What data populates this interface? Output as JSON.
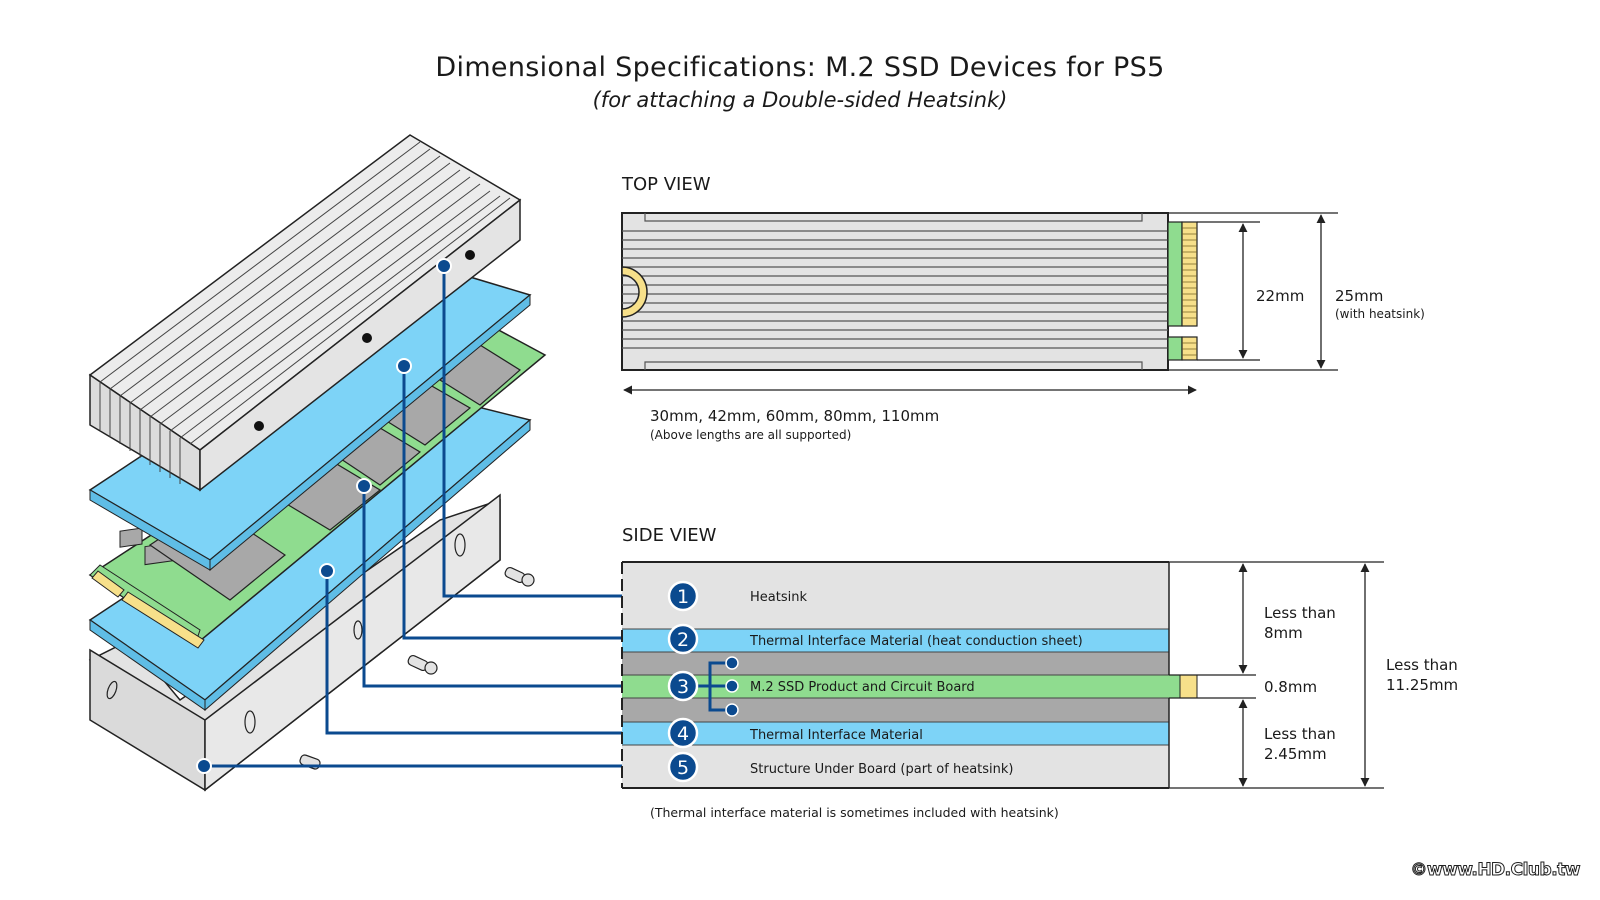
{
  "title": "Dimensional Specifications: M.2 SSD Devices for PS5",
  "subtitle": "(for attaching a Double-sided Heatsink)",
  "colors": {
    "heatsink": "#e3e3e3",
    "thermal_interface": "#7dd3f7",
    "circuit_board": "#8fdc8f",
    "chips": "#a8a8a8",
    "connector_gold": "#f7e08a",
    "callout_blue": "#0b4a8f",
    "outline": "#222222"
  },
  "top_view": {
    "label": "TOP VIEW",
    "length_text": "30mm, 42mm, 60mm, 80mm, 110mm",
    "length_note": "(Above lengths are all supported)",
    "width_board": "22mm",
    "width_heatsink": "25mm",
    "width_heatsink_note": "(with heatsink)"
  },
  "side_view": {
    "label": "SIDE VIEW",
    "layers": [
      {
        "number": "1",
        "label": "Heatsink"
      },
      {
        "number": "2",
        "label": "Thermal Interface Material (heat conduction sheet)"
      },
      {
        "number": "3",
        "label": "M.2 SSD Product and Circuit Board"
      },
      {
        "number": "4",
        "label": "Thermal Interface Material"
      },
      {
        "number": "5",
        "label": "Structure Under Board (part of heatsink)"
      }
    ],
    "dim_top_line1": "Less than",
    "dim_top_line2": "8mm",
    "dim_board": "0.8mm",
    "dim_bottom_line1": "Less than",
    "dim_bottom_line2": "2.45mm",
    "dim_total_line1": "Less than",
    "dim_total_line2": "11.25mm",
    "footnote": "(Thermal interface material is sometimes included with heatsink)"
  },
  "watermark": "©www.HD.Club.tw"
}
